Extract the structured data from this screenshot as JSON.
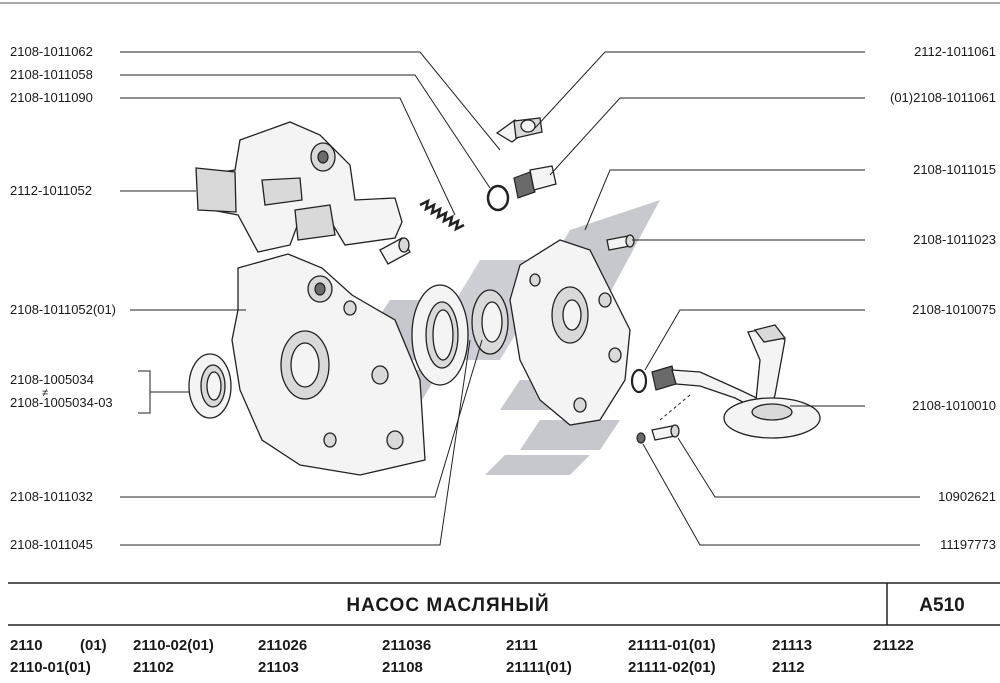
{
  "title": "НАСОС МАСЛЯНЫЙ",
  "code": "A510",
  "colors": {
    "ink": "#1a1a1a",
    "watermark": "#9a9ca6"
  },
  "labels_left": {
    "l1": "2108-1011062",
    "l2": "2108-1011058",
    "l3": "2108-1011090",
    "l4": "2112-1011052",
    "l5": "2108-1011052(01)",
    "l6": "2108-1005034",
    "l7": "2108-1005034-03",
    "l8": "2108-1011032",
    "l9": "2108-1011045",
    "neq": "≠"
  },
  "labels_right": {
    "r1": "2112-1011061",
    "r2": "(01)2108-1011061",
    "r3": "2108-1011015",
    "r4": "2108-1011023",
    "r5": "2108-1010075",
    "r6": "2108-1010010",
    "r7": "10902621",
    "r8": "11197773"
  },
  "models": {
    "row1": [
      "2110",
      "(01)",
      "2110-02(01)",
      "211026",
      "211036",
      "2111",
      "21111-01(01)",
      "21113",
      "21122"
    ],
    "row2": [
      "2110-01(01)",
      "21102",
      "21103",
      "21108",
      "21111(01)",
      "21111-02(01)",
      "2112"
    ]
  }
}
